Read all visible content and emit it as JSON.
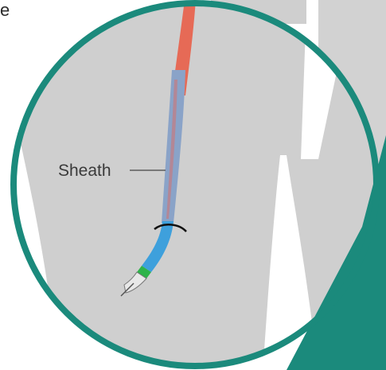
{
  "partial_text": "e",
  "callout": {
    "label": "Sheath"
  },
  "colors": {
    "ring": "#1b8a7c",
    "background_tissue": "#cfcfcf",
    "vessel_fill": "#e2e2e2",
    "catheter_upper": "#e66a56",
    "sheath_blue": "#3ea0dc",
    "marker_band_green": "#2eb34a",
    "clip_black": "#111111"
  },
  "icons": [
    "magnified-view-circle",
    "catheter",
    "sheath",
    "marker-band",
    "tip-jaws"
  ]
}
